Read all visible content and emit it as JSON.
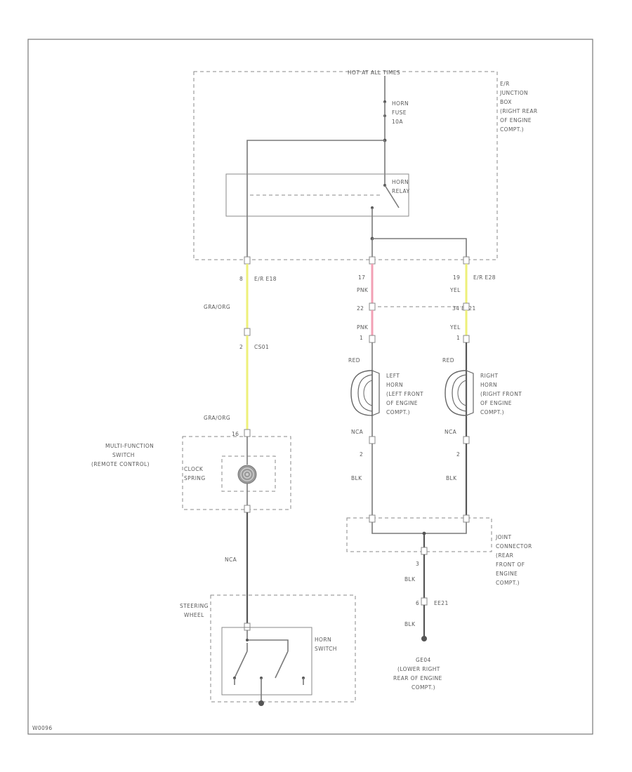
{
  "colors": {
    "wire_gray": "#7a7a7a",
    "wire_yellow": "#eef07a",
    "wire_pink": "#f2a0b4",
    "outline": "#8a8a8a"
  },
  "labels": {
    "hot_at_all_times": "HOT AT ALL TIMES",
    "ir_junction_box": [
      "E/R",
      "JUNCTION",
      "BOX",
      "(RIGHT REAR",
      "OF ENGINE",
      "COMPT.)"
    ],
    "horn_fuse": [
      "HORN",
      "FUSE",
      "10A"
    ],
    "horn_relay": [
      "HORN",
      "RELAY"
    ],
    "er_pin_left": "8",
    "er_conn_left": "E/R E18",
    "er_pin_mid": "17",
    "er_pin_right": "19",
    "er_conn_right": "E/R E28",
    "wire_gra_org_1": "GRA/ORG",
    "wire_pnk_1": "PNK",
    "wire_yel_1": "YEL",
    "joint_pin_mid": "22",
    "joint_pin_right": "34",
    "joint_conn": "EE21",
    "wire_pnk_2": "PNK",
    "wire_yel_2": "YEL",
    "cs_pin": "2",
    "cs_conn": "CS01",
    "horn_pin_left": "1",
    "horn_pin_right": "1",
    "wire_red_left": "RED",
    "wire_red_right": "RED",
    "left_horn": [
      "LEFT",
      "HORN",
      "(LEFT FRONT",
      "OF ENGINE",
      "COMPT.)"
    ],
    "right_horn": [
      "RIGHT",
      "HORN",
      "(RIGHT FRONT",
      "OF ENGINE",
      "COMPT.)"
    ],
    "wire_gra_org_2": "GRA/ORG",
    "mfs_pin": "16",
    "multifunction_switch": [
      "MULTI-FUNCTION",
      "SWITCH",
      "(REMOTE CONTROL)"
    ],
    "clock_spring": [
      "CLOCK",
      "SPRING"
    ],
    "wire_nca_left": "NCA",
    "wire_nca_right": "NCA",
    "horn_pin2_left": "2",
    "horn_pin2_right": "2",
    "wire_blk_left": "BLK",
    "wire_blk_right": "BLK",
    "joint_connector": [
      "JOINT",
      "CONNECTOR",
      "(REAR",
      "FRONT OF",
      "ENGINE",
      "COMPT.)"
    ],
    "jc_pin": "3",
    "wire_blk_3": "BLK",
    "ee_pin": "6",
    "ee_conn": "EE21",
    "wire_blk_4": "BLK",
    "wire_nca_sw": "NCA",
    "steering_wheel": [
      "STEERING",
      "WHEEL"
    ],
    "horn_switch": [
      "HORN",
      "SWITCH"
    ],
    "ground": [
      "GE04",
      "(LOWER RIGHT",
      "REAR OF ENGINE",
      "COMPT.)"
    ],
    "figure_id": "W0096"
  }
}
